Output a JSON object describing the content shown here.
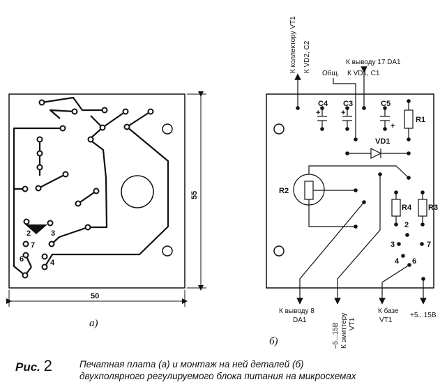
{
  "figure": {
    "left": {
      "dim_width": "50",
      "dim_height": "55",
      "pins": [
        "2",
        "3",
        "7",
        "6",
        "4"
      ],
      "sublabel": "а)"
    },
    "right": {
      "top_labels": {
        "collector": "К коллектору VT1",
        "vd2c2": "К VD2, C2",
        "out17": "К выводу 17  DA1",
        "common": "Общ.",
        "vd1c1": "К VD1, C1"
      },
      "components": {
        "c4": "C4",
        "c3": "C3",
        "c5": "C5",
        "r1": "R1",
        "vd1": "VD1",
        "r2": "R2",
        "r4": "R4",
        "r3": "R3",
        "plus1": "+",
        "plus2": "+",
        "plus3": "+"
      },
      "pins": [
        "2",
        "3",
        "7",
        "4",
        "6"
      ],
      "bottom_labels": {
        "out8_1": "К выводу 8",
        "out8_2": "DA1",
        "emitter_1": "–5...15В",
        "emitter_2": "К эмиттеру",
        "emitter_3": "VT1",
        "base_1": "К базе",
        "base_2": "VT1",
        "plus15": "+5...15В"
      },
      "sublabel": "б)"
    }
  },
  "caption": {
    "prefix": "Рис.",
    "number": "2",
    "line1": "Печатная плата (а) и монтаж на ней деталей (б)",
    "line2": "двухполярного регулируемого блока питания на микросхемах"
  }
}
